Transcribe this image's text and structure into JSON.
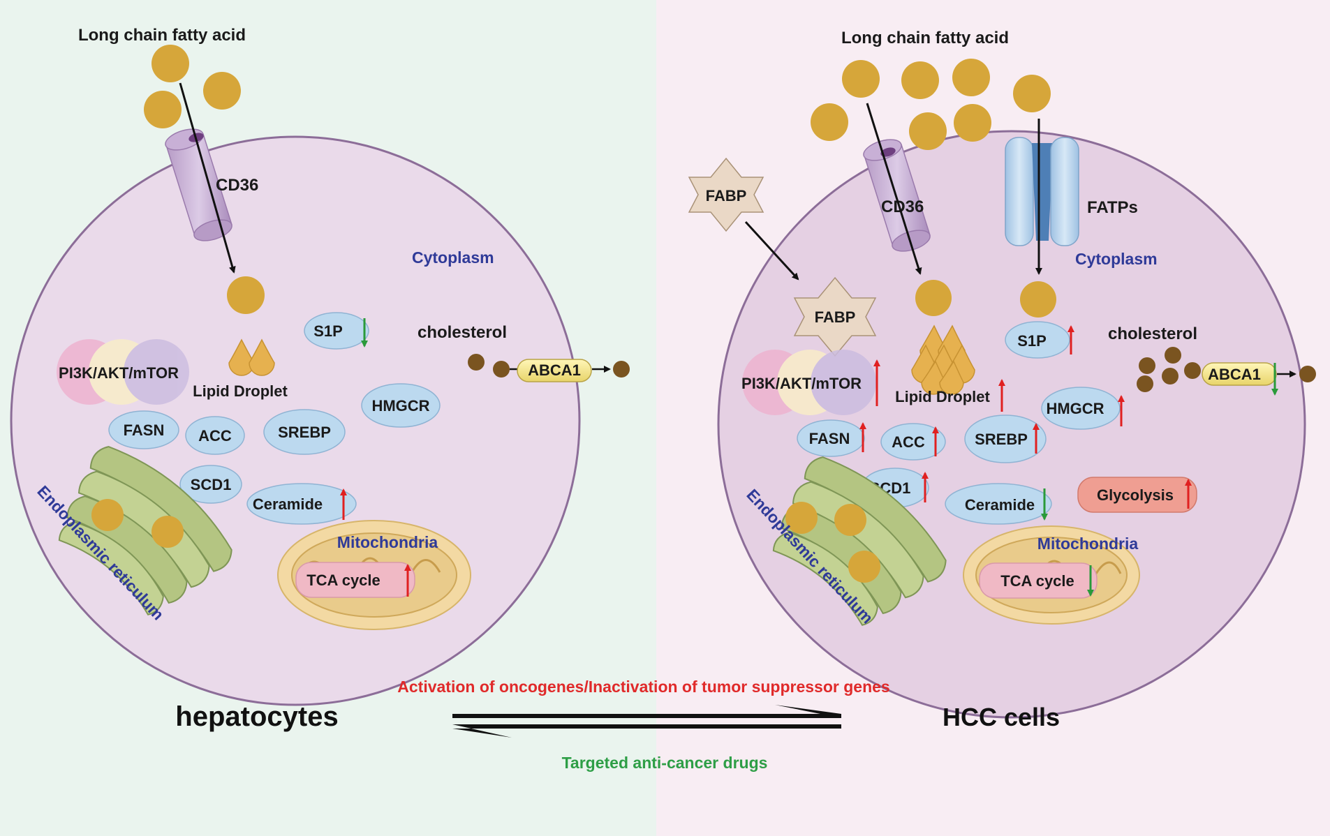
{
  "colors": {
    "left_bg": "#eaf4ee",
    "right_bg": "#f8edf3",
    "cell_fill": "#eadaea",
    "cell_stroke": "#8c6d98",
    "fatty_acid": "#d6a63a",
    "cholesterol": "#7a5420",
    "enzyme_fill": "#bcd9ef",
    "enzyme_stroke": "#8fb3d3",
    "label_blue": "#2f3a98",
    "up_red": "#e02020",
    "down_green": "#2a9a3a",
    "activation_red": "#e02a2a",
    "drug_green": "#2e9e46"
  },
  "left": {
    "fatty_acid_label": "Long chain fatty acid",
    "transporter": "CD36",
    "cytoplasm": "Cytoplasm",
    "pi3k": "PI3K/AKT/mTOR",
    "lipid_droplet": "Lipid Droplet",
    "s1p": "S1P",
    "cholesterol": "cholesterol",
    "abca1": "ABCA1",
    "hmgcr": "HMGCR",
    "fasn": "FASN",
    "acc": "ACC",
    "srebp": "SREBP",
    "scd1": "SCD1",
    "ceramide": "Ceramide",
    "er": "Endoplasmic reticulum",
    "mito": "Mitochondria",
    "tca": "TCA cycle",
    "cell_name": "hepatocytes"
  },
  "right": {
    "fatty_acid_label": "Long chain fatty acid",
    "fabp_outside": "FABP",
    "fabp_inside": "FABP",
    "cd36": "CD36",
    "fatps": "FATPs",
    "cytoplasm": "Cytoplasm",
    "pi3k": "PI3K/AKT/mTOR",
    "lipid_droplet": "Lipid Droplet",
    "s1p": "S1P",
    "cholesterol": "cholesterol",
    "abca1": "ABCA1",
    "hmgcr": "HMGCR",
    "fasn": "FASN",
    "acc": "ACC",
    "srebp": "SREBP",
    "scd1": "SCD1",
    "ceramide": "Ceramide",
    "glycolysis": "Glycolysis",
    "er": "Endoplasmic reticulum",
    "mito": "Mitochondria",
    "tca": "TCA cycle",
    "cell_name": "HCC cells"
  },
  "transition": {
    "forward": "Activation of oncogenes/Inactivation of tumor suppressor genes",
    "reverse": "Targeted anti-cancer drugs"
  }
}
